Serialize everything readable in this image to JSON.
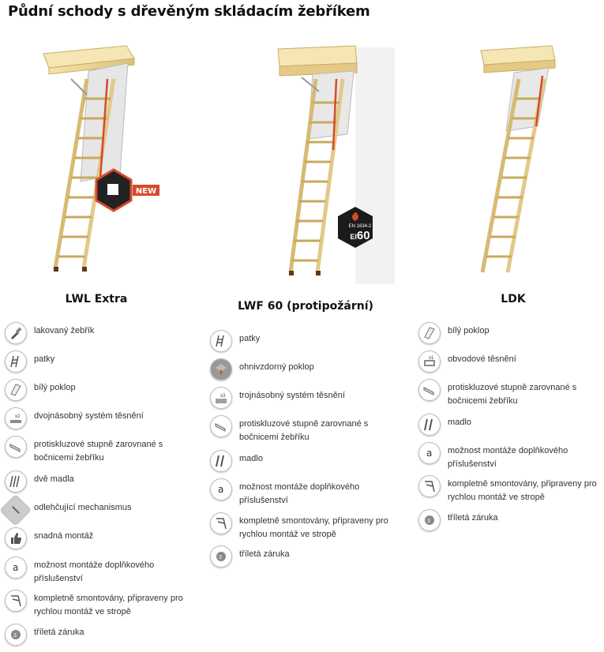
{
  "title": "Půdní schody s dřevěným skládacím žebříkem",
  "products": [
    {
      "name": "LWL Extra",
      "badge": "NEW",
      "features": [
        {
          "icon": "lacquer-brush-icon",
          "text": "lakovaný žebřík"
        },
        {
          "icon": "ladder-feet-icon",
          "text": "patky"
        },
        {
          "icon": "white-hatch-icon",
          "text": "bílý poklop"
        },
        {
          "icon": "double-seal-icon",
          "text": "dvojnásobný systém těsnění"
        },
        {
          "icon": "anti-slip-steps-icon",
          "text": "protiskluzové stupně zarovnané s bočnicemi žebříku"
        },
        {
          "icon": "two-handrails-icon",
          "text": "dvě madla"
        },
        {
          "icon": "counterbalance-mechanism-icon",
          "text": "odlehčující mechanismus"
        },
        {
          "icon": "thumbs-up-icon",
          "text": "snadná montáž"
        },
        {
          "icon": "accessory-a-icon",
          "text": "možnost montáže doplňkového příslušenství"
        },
        {
          "icon": "assembled-icon",
          "text": "kompletně smontovány, připraveny pro rychlou montáž ve stropě"
        },
        {
          "icon": "warranty-3-years-icon",
          "text": "tříletá záruka"
        }
      ]
    },
    {
      "name": "LWF 60 (protipožární)",
      "badge_lines": [
        "EN 1634-2",
        "EI",
        "60"
      ],
      "features": [
        {
          "icon": "ladder-feet-icon",
          "text": "patky"
        },
        {
          "icon": "fire-resistant-hatch-icon",
          "text": "ohnivzdorný poklop"
        },
        {
          "icon": "triple-seal-icon",
          "text": "trojnásobný systém těsnění"
        },
        {
          "icon": "anti-slip-steps-icon",
          "text": "protiskluzové stupně zarovnané s bočnicemi žebříku"
        },
        {
          "icon": "handrail-icon",
          "text": "madlo"
        },
        {
          "icon": "accessory-a-icon",
          "text": "možnost montáže doplňkového příslušenství"
        },
        {
          "icon": "assembled-icon",
          "text": "kompletně smontovány, připraveny pro rychlou montáž ve stropě"
        },
        {
          "icon": "warranty-3-years-icon",
          "text": "tříletá záruka"
        }
      ]
    },
    {
      "name": "LDK",
      "features": [
        {
          "icon": "white-hatch-icon",
          "text": "bílý poklop"
        },
        {
          "icon": "perimeter-seal-icon",
          "text": "obvodové těsnění"
        },
        {
          "icon": "anti-slip-steps-icon",
          "text": "protiskluzové stupně zarovnané s bočnicemi žebříku"
        },
        {
          "icon": "handrail-icon",
          "text": "madlo"
        },
        {
          "icon": "accessory-a-icon",
          "text": "možnost montáže doplňkového příslušenství"
        },
        {
          "icon": "assembled-icon",
          "text": "kompletně smontovány, připraveny pro rychlou montáž ve stropě"
        },
        {
          "icon": "warranty-3-years-icon",
          "text": "tříletá záruka"
        }
      ]
    }
  ],
  "colors": {
    "wood": "#f1dca0",
    "wood_dark": "#c9ac62",
    "handrail": "#d64a2a",
    "hatch": "#e9e9e9"
  }
}
